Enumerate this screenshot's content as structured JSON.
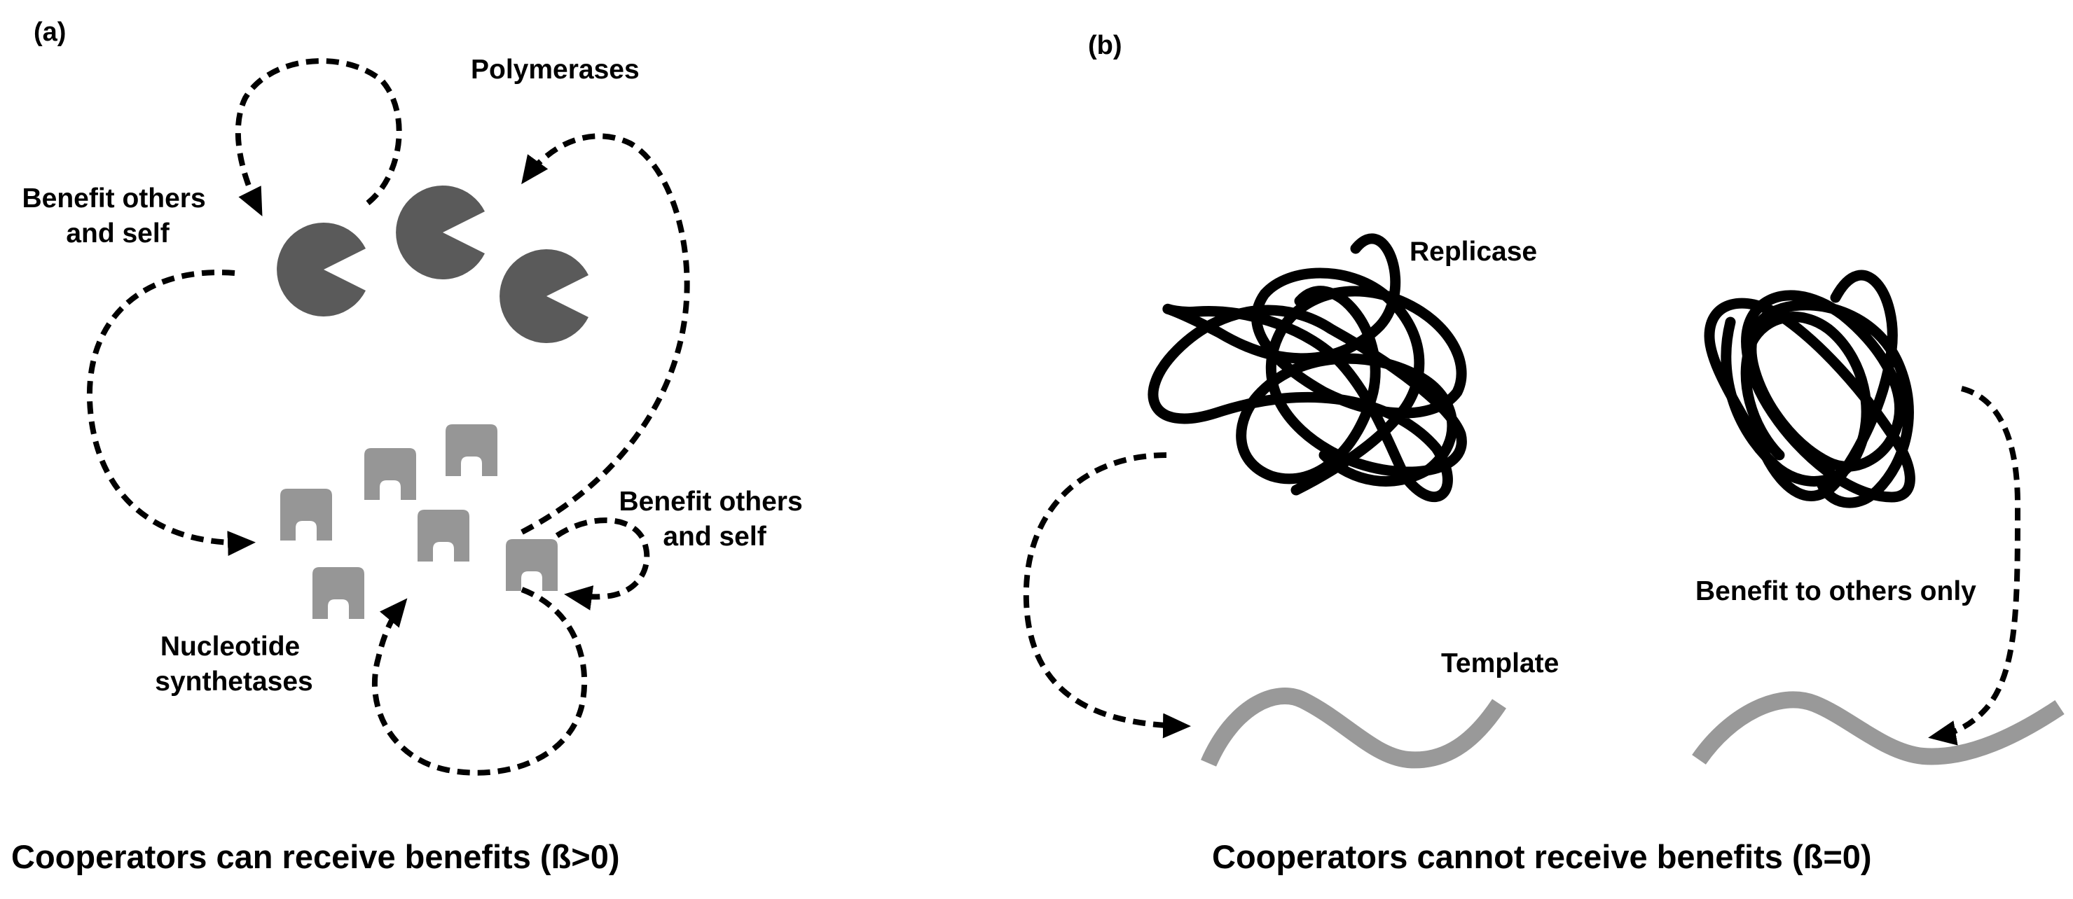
{
  "colors": {
    "polymerase": "#5a5a5a",
    "synthetase": "#969696",
    "template": "#999999",
    "replicase": "#000000",
    "arrow": "#000000"
  },
  "panel_a": {
    "label": "(a)",
    "polymerases_label": "Polymerases",
    "benefit_left": [
      "Benefit others",
      "and self"
    ],
    "benefit_right": [
      "Benefit others",
      "and self"
    ],
    "synthetases_label": [
      "Nucleotide",
      "synthetases"
    ],
    "caption": "Cooperators can receive benefits (ß>0)"
  },
  "panel_b": {
    "label": "(b)",
    "replicase_label": "Replicase",
    "template_label": "Template",
    "benefit_label": "Benefit to others only",
    "caption": "Cooperators cannot receive benefits (ß=0)"
  }
}
